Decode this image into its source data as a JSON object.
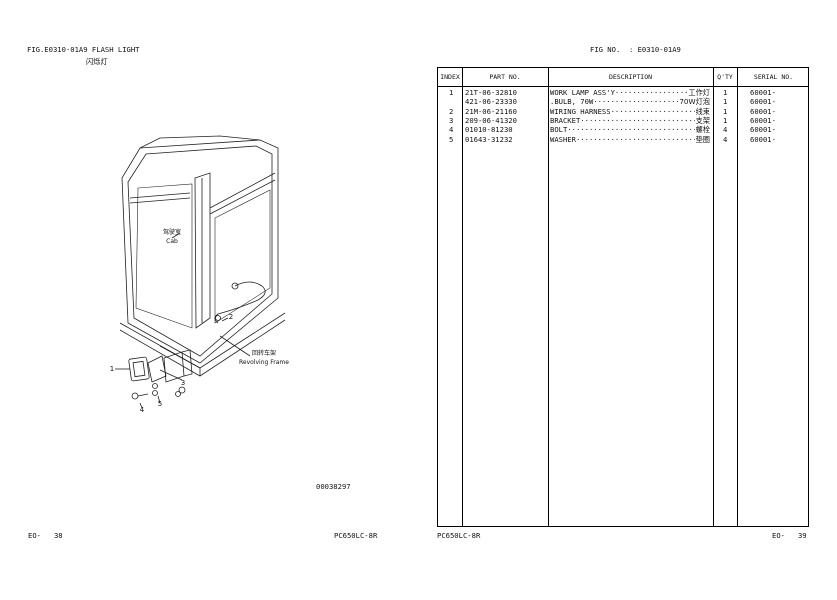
{
  "left_page": {
    "fig_title": "FIG.E0310-01A9 FLASH LIGHT",
    "fig_title_cn": "闪烁灯",
    "illustration": {
      "label_cab_cn": "驾驶室",
      "label_cab": "Cab",
      "label_frame_cn": "回转车架",
      "label_frame": "Revolving Frame",
      "callouts": [
        "1",
        "2",
        "3",
        "4",
        "5"
      ],
      "drawing_number": "00038297"
    },
    "footer_page": "EO-   38",
    "footer_model": "PC650LC-8R"
  },
  "right_page": {
    "fig_no": "FIG NO.  : E0310-01A9",
    "table": {
      "headers": [
        "INDEX",
        "PART  NO.",
        "DESCRIPTION",
        "Q'TY",
        "SERIAL NO."
      ],
      "rows": [
        {
          "index": "1",
          "part_no": "21T-06-32810",
          "desc": "WORK LAMP ASS'Y",
          "desc_cn": "工作灯",
          "qty": "1",
          "serial": "60001-"
        },
        {
          "index": "",
          "part_no": "421-06-23330",
          "desc": ".BULB, 70W",
          "desc_cn": "70W灯泡",
          "qty": "1",
          "serial": "60001-"
        },
        {
          "index": "2",
          "part_no": "21M-06-21160",
          "desc": "WIRING HARNESS",
          "desc_cn": "线束",
          "qty": "1",
          "serial": "60001-"
        },
        {
          "index": "3",
          "part_no": "209-06-41320",
          "desc": "BRACKET",
          "desc_cn": "支架",
          "qty": "1",
          "serial": "60001-"
        },
        {
          "index": "4",
          "part_no": "01010-81230",
          "desc": "BOLT",
          "desc_cn": "螺栓",
          "qty": "4",
          "serial": "60001-"
        },
        {
          "index": "5",
          "part_no": "01643-31232",
          "desc": "WASHER",
          "desc_cn": "垫圈",
          "qty": "4",
          "serial": "60001-"
        }
      ]
    },
    "footer_model": "PC650LC-8R",
    "footer_page": "EO-   39"
  }
}
